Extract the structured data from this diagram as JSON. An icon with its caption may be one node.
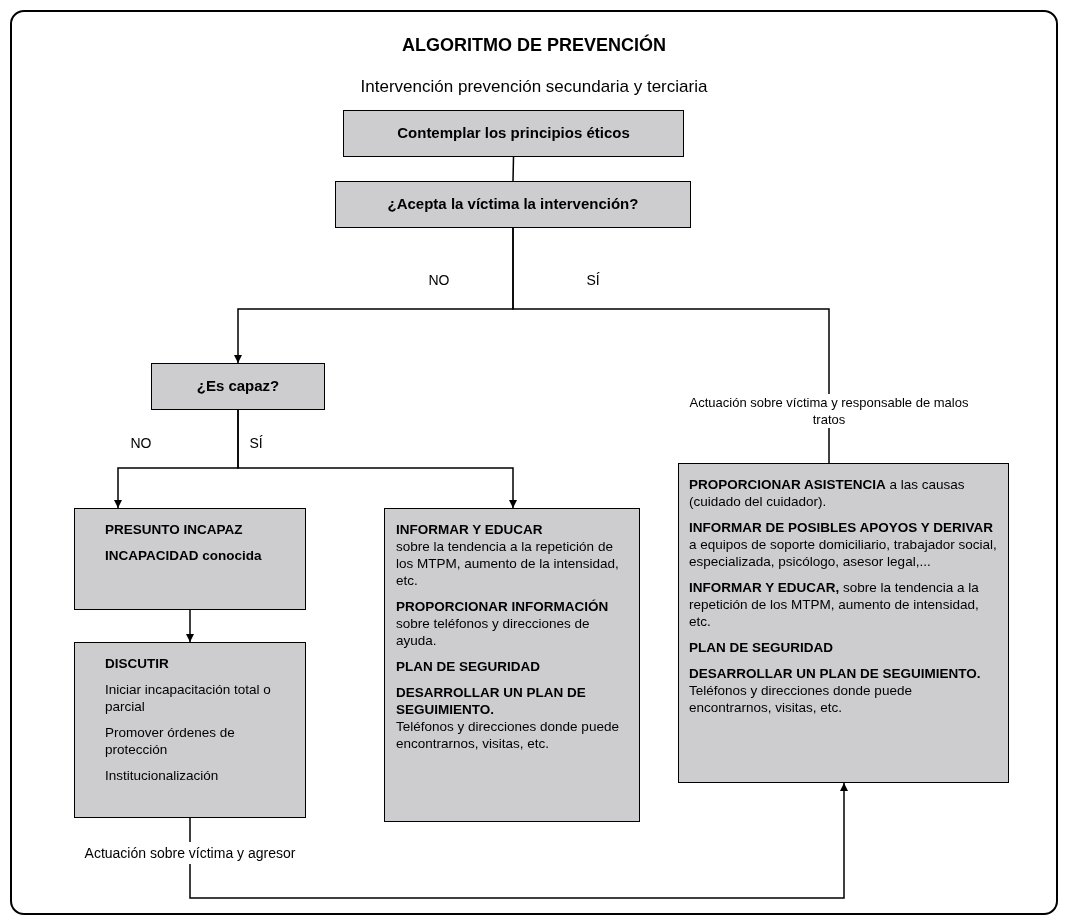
{
  "diagram": {
    "title": "ALGORITMO DE PREVENCIÓN",
    "nodes": [
      {
        "text": [
          "Contemplar los principios éticos"
        ]
      },
      {
        "text": [
          "¿Acepta la víctima la intervención?"
        ]
      },
      {
        "text": [
          "¿Es capaz?"
        ]
      },
      {
        "text": [
          "**PROPORCIONAR ASISTENCIA** a las causas (cuidado del cuidador).",
          "**INFORMAR DE POSIBLES APOYOS Y DERIVAR** a equipos de soporte domiciliario, trabajador social, especializada, psicólogo, asesor legal,...",
          "**INFORMAR Y EDUCAR,** sobre la tendencia a la repetición de los MTPM, aumento de intensidad, etc.",
          "PLAN DE SEGURIDAD",
          "**DESARROLLAR UN PLAN DE SEGUIMIENTO.** Teléfonos y direcciones donde puede encontrarnos, visitas, etc."
        ]
      },
      {
        "text": [
          "PRESUNTO INCAPAZ",
          "INCAPACIDAD conocida"
        ]
      },
      {
        "text": [
          "INFORMAR Y EDUCAR",
          "sobre la tendencia a la repetición de los MTPM, aumento de la intensidad, etc.",
          "PROPORCIONAR INFORMACIÓN",
          "sobre teléfonos y direcciones de ayuda.",
          "PLAN DE SEGURIDAD",
          "DESARROLLAR UN PLAN DE SEGUIMIENTO.",
          "Teléfonos y direcciones donde puede encontrarnos, visitas, etc."
        ]
      },
      {
        "text": [
          "DISCUTIR",
          "Iniciar incapacitación total o parcial",
          "Promover órdenes de protección",
          "Institucionalización"
        ]
      }
    ],
    "edges": [
      {
        "from": 0,
        "to": 1,
        "arrow": "none"
      },
      {
        "from": 1,
        "to": 2,
        "arrow": "to",
        "label": "NO"
      },
      {
        "from": 1,
        "to": 3,
        "arrow": "none",
        "label": "SÍ"
      },
      {
        "from": 2,
        "to": 4,
        "arrow": "to",
        "label": "NO"
      },
      {
        "from": 2,
        "to": 5,
        "arrow": "to",
        "label": "SÍ"
      },
      {
        "from": 4,
        "to": 6,
        "arrow": "to"
      },
      {
        "from": 6,
        "to": 3,
        "arrow": "to",
        "label": "Actuación sobre víctima y agresor"
      }
    ],
    "labels": [
      "Intervención prevención secundaria y terciaria",
      "Actuación sobre víctima y responsable de malos tratos"
    ]
  }
}
